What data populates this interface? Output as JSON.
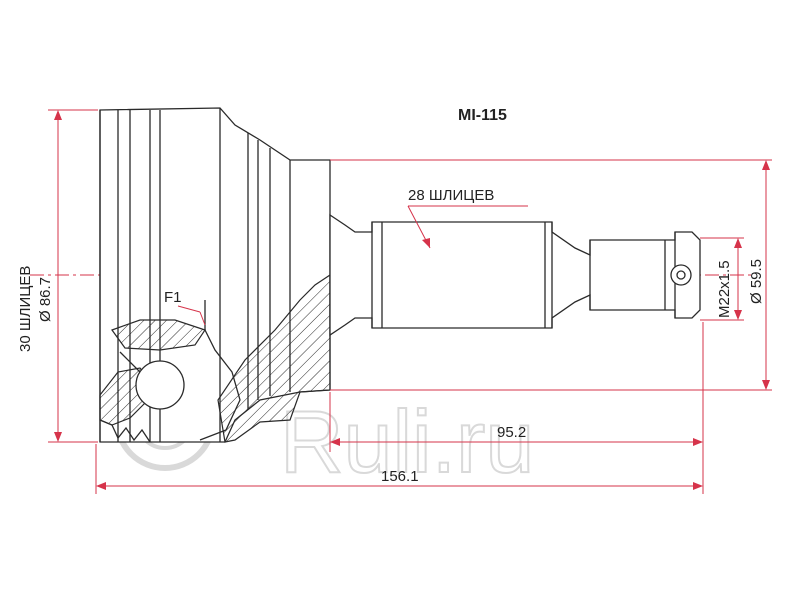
{
  "part_number": "MI-115",
  "labels": {
    "outer_splines": "30 ШЛИЦЕВ",
    "outer_diameter": "Ø 86.7",
    "inner_splines": "28 ШЛИЦЕВ",
    "thread": "M22x1.5",
    "shaft_diameter": "Ø 59.5",
    "length_shaft": "95.2",
    "length_total": "156.1",
    "feature_f1": "F1"
  },
  "watermark": "Ruli.ru",
  "colors": {
    "dimension": "#d6334a",
    "outline": "#2a2a2a",
    "watermark": "#d9d9d9"
  }
}
